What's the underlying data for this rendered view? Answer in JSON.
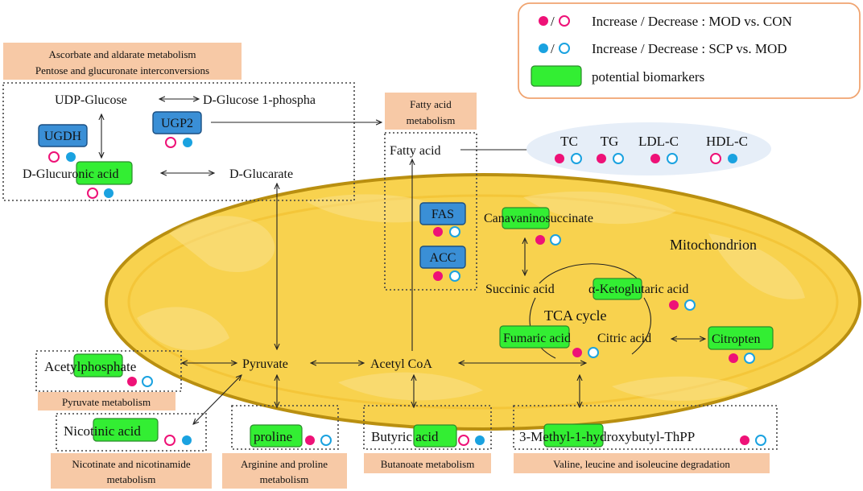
{
  "legend": {
    "mod_con": "Increase / Decrease : MOD vs. CON",
    "scp_mod": "Increase / Decrease :  SCP  vs. MOD",
    "biomarker": "potential biomarkers",
    "slash": "/"
  },
  "colors": {
    "pink": "#ee1177",
    "blue": "#1aa2e0",
    "biomarker_green": "#33ee33",
    "enzyme_blue": "#3a8fd6",
    "pathway_label": "#f7c9a6",
    "mitochondrion_fill": "#f8d24e"
  },
  "pathways": {
    "ascorbate_line1": "Ascorbate and aldarate metabolism",
    "ascorbate_line2": "Pentose and glucuronate interconversions",
    "fatty_acid_line1": "Fatty acid",
    "fatty_acid_line2": "metabolism",
    "pyruvate": "Pyruvate metabolism",
    "nicotinate_line1": "Nicotinate and nicotinamide",
    "nicotinate_line2": "metabolism",
    "arginine_line1": "Arginine and proline",
    "arginine_line2": "metabolism",
    "butanoate": "Butanoate metabolism",
    "valine": "Valine, leucine and isoleucine degradation"
  },
  "metabolites": {
    "udp_glucose": "UDP-Glucose",
    "d_glucose_1p": "D-Glucose 1-phospha",
    "d_glucuronic_acid": "D-Glucuronic acid",
    "d_glucarate": "D-Glucarate",
    "fatty_acid": "Fatty acid",
    "canavaninosuccinate": "Canavaninosuccinate",
    "succinic_acid": "Succinic acid",
    "ketoglutaric_acid": "α-Ketoglutaric acid",
    "fumaric_acid": "Fumaric acid",
    "citric_acid": "Citric acid",
    "citropten": "Citropten",
    "acetylphosphate": "Acetylphosphate",
    "pyruvate": "Pyruvate",
    "acetyl_coa": "Acetyl CoA",
    "nicotinic_acid": "Nicotinic acid",
    "proline": "proline",
    "butyric_acid": "Butyric acid",
    "methyl_thpp": "3-Methyl-1-hydroxybutyl-ThPP"
  },
  "enzymes": {
    "ugdh": "UGDH",
    "ugp2": "UGP2",
    "fas": "FAS",
    "acc": "ACC"
  },
  "lipids": {
    "tc": "TC",
    "tg": "TG",
    "ldl": "LDL-C",
    "hdl": "HDL-C"
  },
  "tca_cycle": "TCA cycle",
  "mitochondrion": "Mitochondrion"
}
